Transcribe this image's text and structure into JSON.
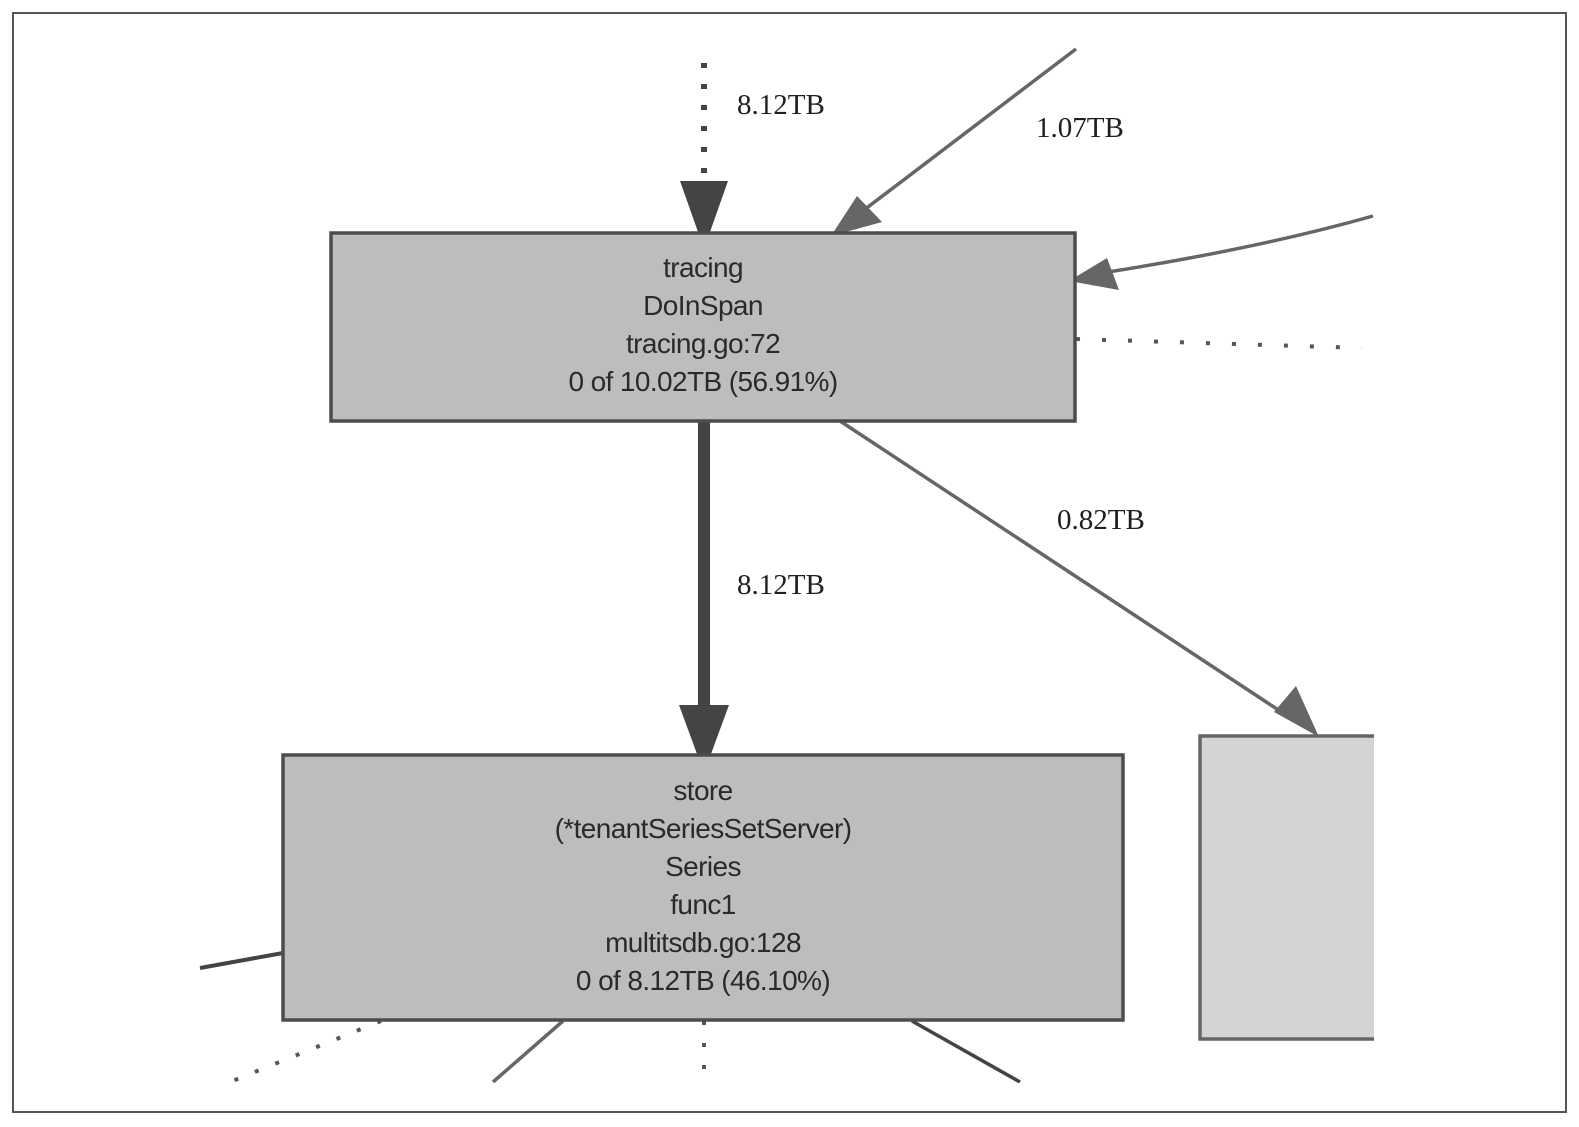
{
  "colors": {
    "border": "#555555",
    "node_fill": "#bdbdbd",
    "node_fill_light": "#d4d4d4",
    "node_stroke": "#4d4d4d",
    "edge_heavy": "#444444",
    "edge_medium": "#666666",
    "label_text": "#1f1f1f"
  },
  "nodes": {
    "tracing": {
      "package": "tracing",
      "function": "DoInSpan",
      "location": "tracing.go:72",
      "value": "0 of 10.02TB (56.91%)"
    },
    "store": {
      "package": "store",
      "receiver": "(*tenantSeriesSetServer)",
      "function": "Series",
      "closure": "func1",
      "location": "multitsdb.go:128",
      "value": "0 of 8.12TB (46.10%)"
    },
    "partial": {}
  },
  "edges": {
    "incoming_top": "8.12TB",
    "incoming_upper_right": "1.07TB",
    "tracing_to_store": "8.12TB",
    "tracing_to_partial": "0.82TB"
  }
}
